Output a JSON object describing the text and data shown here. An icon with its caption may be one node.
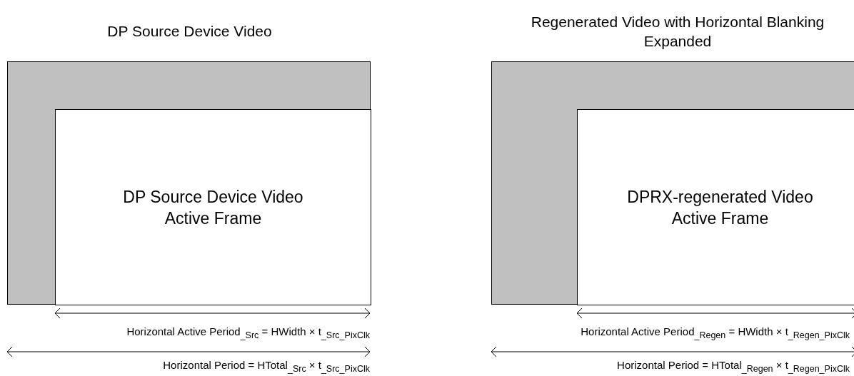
{
  "diagram": {
    "nodes": [
      {
        "text": [
          "DP Source Device Video"
        ]
      },
      {
        "text": [
          "DP Source Device Video Active Frame"
        ],
        "in": 0
      },
      {
        "text": [
          "Regenerated Video with Horizontal Blanking Expanded"
        ]
      },
      {
        "text": [
          "DPRX-regenerated Video Active Frame"
        ],
        "in": 2
      }
    ],
    "edges": [],
    "labels": [
      "Horizontal Active Period$_{_Src}$ = HWidth × t$_{_Src_PixClk}$",
      "Horizontal Period = HTotal$_{_Src}$ × t$_{_Src_PixClk}$",
      "Horizontal Active Period$_{_Regen}$ = HWidth × t$_{_Regen_PixClk}$",
      "Horizontal Period = HTotal$_{_Regen}$ × t$_{_Regen_PixClk}$"
    ]
  }
}
